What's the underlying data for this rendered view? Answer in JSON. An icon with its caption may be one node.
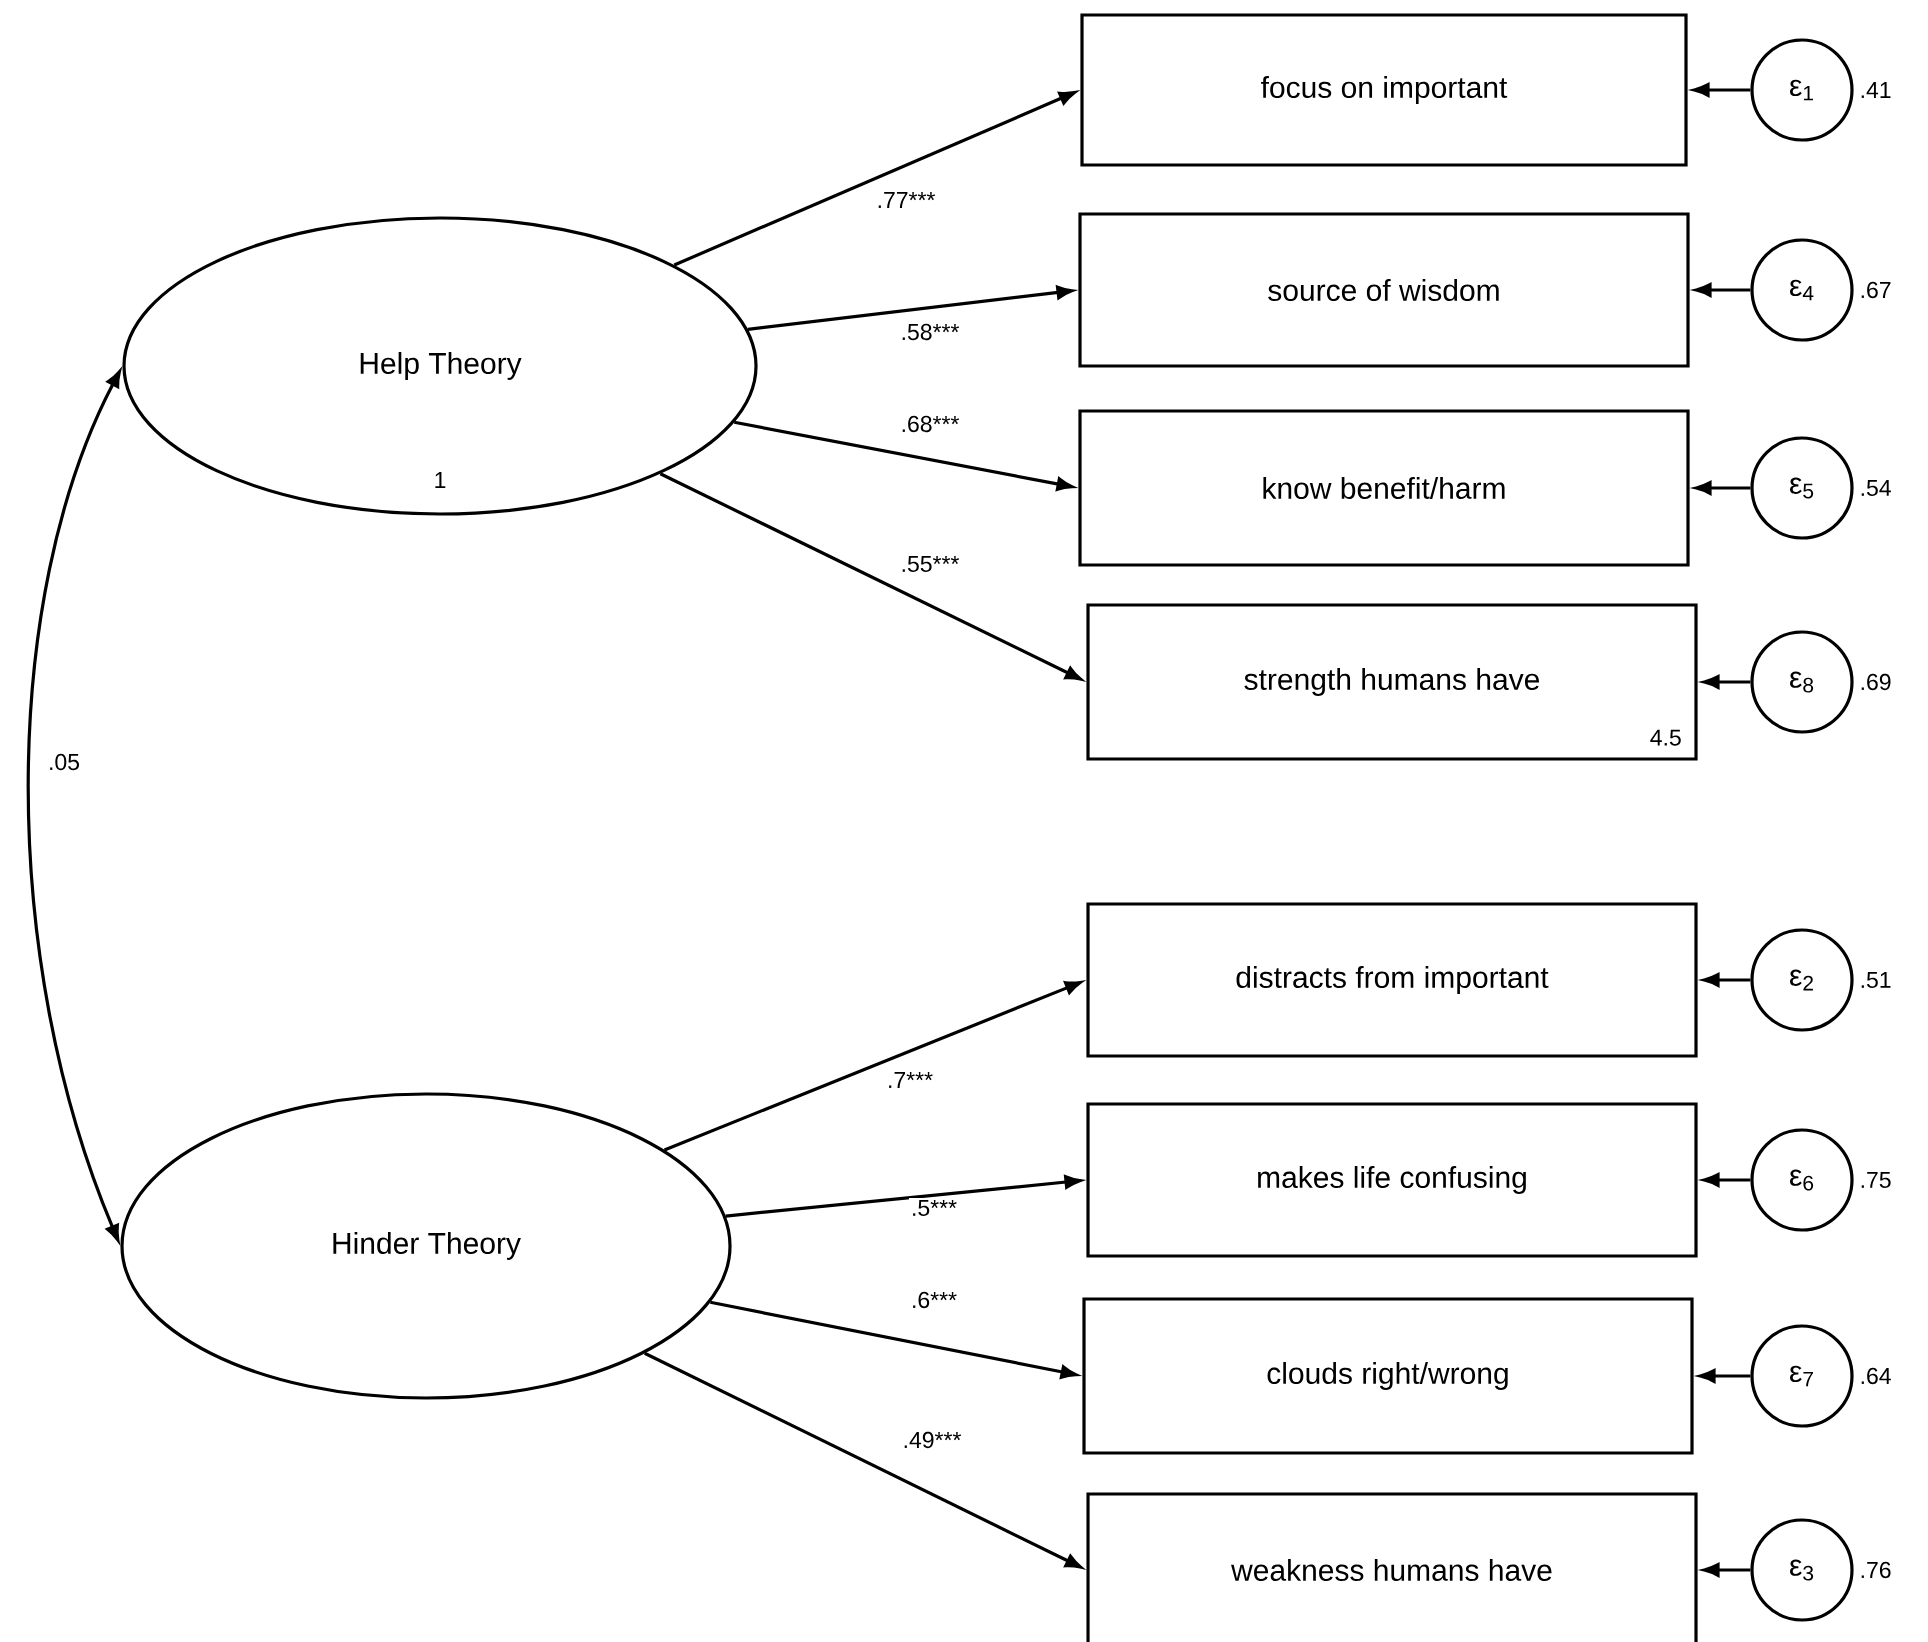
{
  "diagram": {
    "nodes": [
      {
        "text": [
          "Help Theory",
          "1"
        ]
      },
      {
        "text": [
          "Hinder Theory"
        ]
      },
      {
        "text": [
          "focus on important"
        ]
      },
      {
        "text": [
          "source of wisdom"
        ]
      },
      {
        "text": [
          "know benefit/harm"
        ]
      },
      {
        "text": [
          "strength humans have",
          "4.5"
        ]
      },
      {
        "text": [
          "distracts from important"
        ]
      },
      {
        "text": [
          "makes life confusing"
        ]
      },
      {
        "text": [
          "clouds right/wrong"
        ]
      },
      {
        "text": [
          "weakness humans have"
        ]
      },
      {
        "text": [
          "ε$_{1}$"
        ],
        "beside": [
          ".41"
        ]
      },
      {
        "text": [
          "ε$_{4}$"
        ],
        "beside": [
          ".67"
        ]
      },
      {
        "text": [
          "ε$_{5}$"
        ],
        "beside": [
          ".54"
        ]
      },
      {
        "text": [
          "ε$_{8}$"
        ],
        "beside": [
          ".69"
        ]
      },
      {
        "text": [
          "ε$_{2}$"
        ],
        "beside": [
          ".51"
        ]
      },
      {
        "text": [
          "ε$_{6}$"
        ],
        "beside": [
          ".75"
        ]
      },
      {
        "text": [
          "ε$_{7}$"
        ],
        "beside": [
          ".64"
        ]
      },
      {
        "text": [
          "ε$_{3}$"
        ],
        "beside": [
          ".76"
        ]
      }
    ],
    "edges": [
      {
        "from": 0,
        "to": 2,
        "arrow": "to",
        "label": ".77***"
      },
      {
        "from": 0,
        "to": 3,
        "arrow": "to",
        "label": ".58***"
      },
      {
        "from": 0,
        "to": 4,
        "arrow": "to",
        "label": ".68***"
      },
      {
        "from": 0,
        "to": 5,
        "arrow": "to",
        "label": ".55***"
      },
      {
        "from": 1,
        "to": 6,
        "arrow": "to",
        "label": ".7***"
      },
      {
        "from": 1,
        "to": 7,
        "arrow": "to",
        "label": ".5***"
      },
      {
        "from": 1,
        "to": 8,
        "arrow": "to",
        "label": ".6***"
      },
      {
        "from": 1,
        "to": 9,
        "arrow": "to",
        "label": ".49***"
      },
      {
        "from": 10,
        "to": 2,
        "arrow": "to"
      },
      {
        "from": 11,
        "to": 3,
        "arrow": "to"
      },
      {
        "from": 12,
        "to": 4,
        "arrow": "to"
      },
      {
        "from": 13,
        "to": 5,
        "arrow": "to"
      },
      {
        "from": 14,
        "to": 6,
        "arrow": "to"
      },
      {
        "from": 15,
        "to": 7,
        "arrow": "to"
      },
      {
        "from": 16,
        "to": 8,
        "arrow": "to"
      },
      {
        "from": 17,
        "to": 9,
        "arrow": "to"
      },
      {
        "from": 0,
        "to": 1,
        "arrow": "both",
        "label": ".05"
      }
    ]
  }
}
